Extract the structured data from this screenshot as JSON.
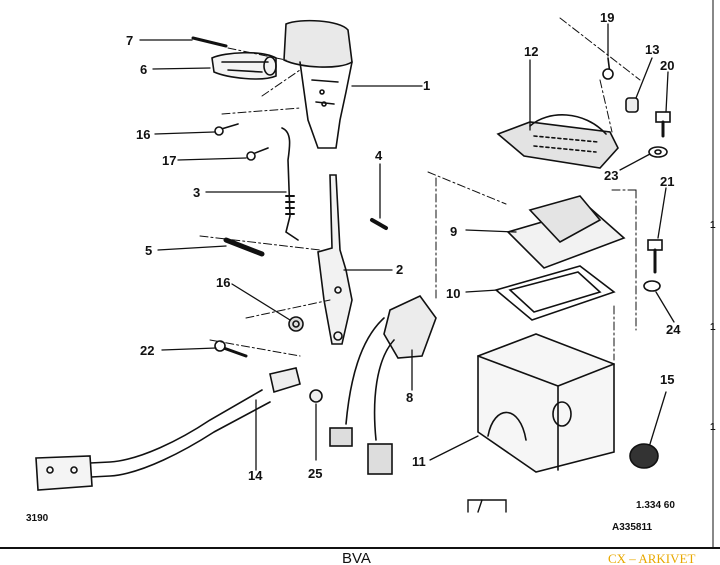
{
  "callouts": {
    "c1": "1",
    "c2": "2",
    "c3": "3",
    "c4": "4",
    "c5": "5",
    "c6": "6",
    "c7": "7",
    "c8": "8",
    "c9": "9",
    "c10": "10",
    "c11": "11",
    "c12": "12",
    "c13": "13",
    "c14": "14",
    "c15": "15",
    "c16a": "16",
    "c16b": "16",
    "c17": "17",
    "c19": "19",
    "c20": "20",
    "c21": "21",
    "c22": "22",
    "c23": "23",
    "c24": "24",
    "c25": "25"
  },
  "footer": {
    "left_code": "3190",
    "scale_ref": "1.334 60",
    "drawing_ref": "A335811",
    "caption": "BVA",
    "watermark": "CX – ARKIVET"
  },
  "edge_marks": [
    "1",
    "1",
    "1"
  ]
}
